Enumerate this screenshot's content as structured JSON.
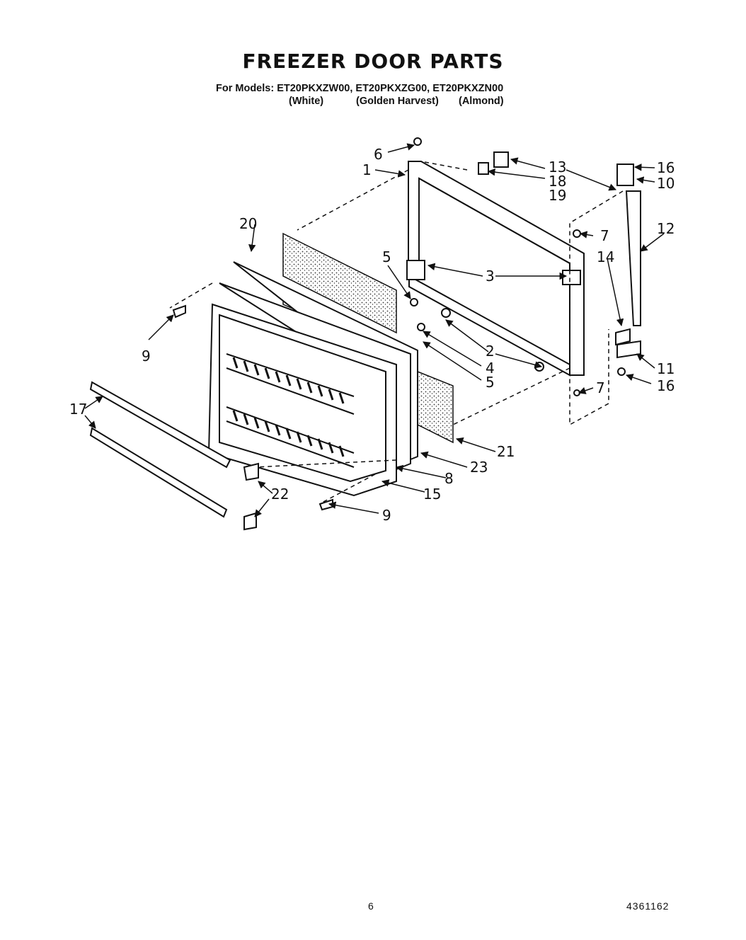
{
  "header": {
    "title": "FREEZER DOOR PARTS",
    "models_label": "For Models:",
    "models": [
      "ET20PKXZW00,",
      "ET20PKXZG00,",
      "ET20PKXZN00"
    ],
    "colors": [
      "(White)",
      "(Golden Harvest)",
      "(Almond)"
    ]
  },
  "callouts": {
    "c1": "1",
    "c2": "2",
    "c3": "3",
    "c4": "4",
    "c5a": "5",
    "c5b": "5",
    "c6": "6",
    "c7a": "7",
    "c7b": "7",
    "c8": "8",
    "c9a": "9",
    "c9b": "9",
    "c10": "10",
    "c11": "11",
    "c12": "12",
    "c13": "13",
    "c14": "14",
    "c15": "15",
    "c16a": "16",
    "c16b": "16",
    "c17": "17",
    "c18": "18",
    "c19": "19",
    "c20": "20",
    "c21": "21",
    "c22": "22",
    "c23": "23"
  },
  "footer": {
    "page": "6",
    "code": "4361162"
  }
}
